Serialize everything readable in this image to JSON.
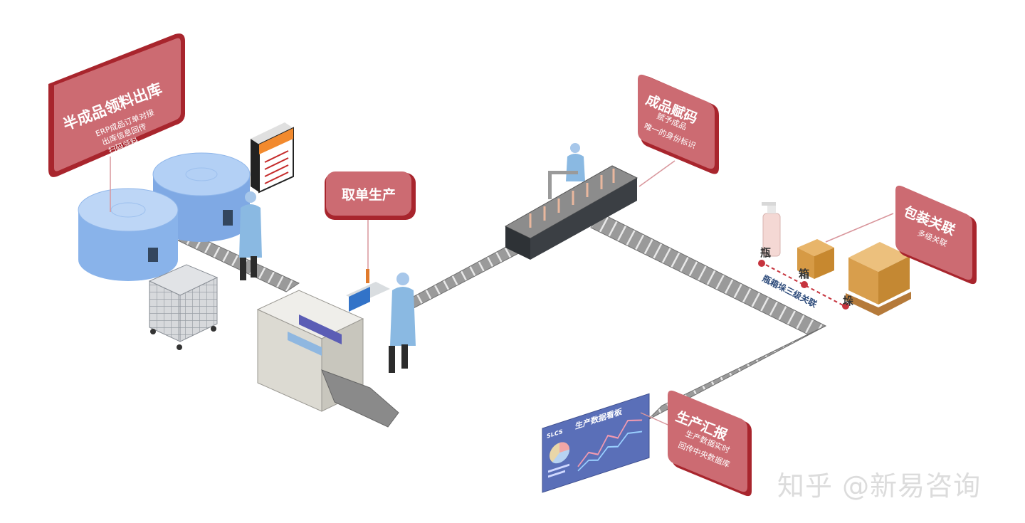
{
  "callouts": {
    "semi_finished": {
      "title": "半成品领料出库",
      "lines": [
        "ERP成品订单对接",
        "出库信息回传",
        "扫码领料"
      ]
    },
    "take_order": {
      "title": "取单生产"
    },
    "finished_coding": {
      "title": "成品赋码",
      "lines": [
        "赋予成品",
        "唯一的身份标识"
      ]
    },
    "packaging_link": {
      "title": "包装关联",
      "lines": [
        "多级关联"
      ]
    },
    "production_report": {
      "title": "生产汇报",
      "lines": [
        "生产数据实时",
        "回传中央数据库"
      ]
    }
  },
  "packaging_chain": {
    "bottle": "瓶",
    "box": "箱",
    "pallet": "垛",
    "caption": "瓶箱垛三级关联"
  },
  "dashboard": {
    "title": "生产数据看板",
    "logo": "SLCS"
  },
  "watermark": "知乎 @新易咨询",
  "colors": {
    "callout_fill": "#cc6b72",
    "callout_dark": "#a8252d",
    "belt": "#8b8b8b",
    "vat": "#8fb8ec",
    "worker": "#8ab9e2",
    "dashboard": "#5a6fb8"
  }
}
